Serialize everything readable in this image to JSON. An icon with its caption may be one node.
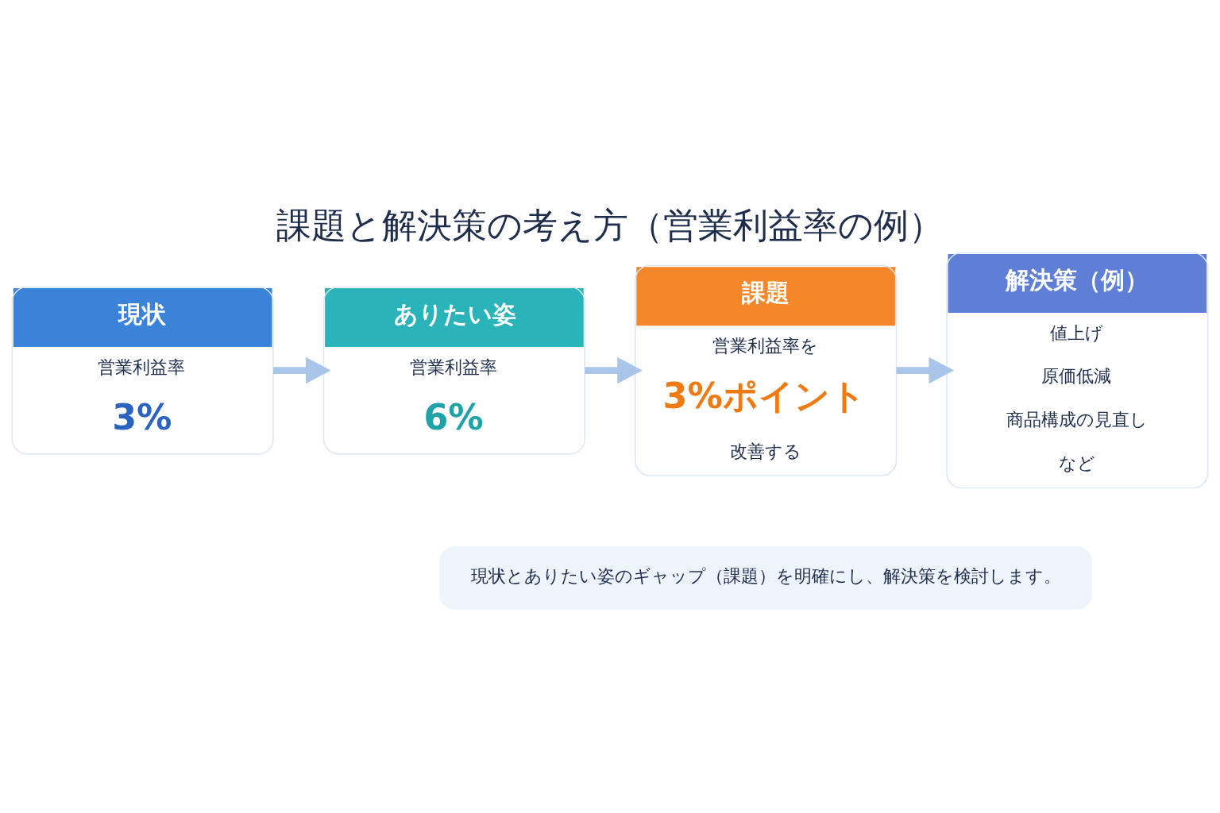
{
  "diagram": {
    "title": "課題と解決策の考え方（営業利益率の例）",
    "nodes": [
      {
        "text": [
          "現状",
          "営業利益率",
          "3%"
        ]
      },
      {
        "text": [
          "ありたい姿",
          "営業利益率",
          "6%"
        ]
      },
      {
        "text": [
          "課題",
          "営業利益率を",
          "3%ポイント",
          "改善する"
        ]
      },
      {
        "text": [
          "解決策（例）",
          "値上げ",
          "原価低減",
          "商品構成の見直し",
          "など"
        ]
      },
      {
        "text": [
          "現状とありたい姿のギャップ（課題）を明確にし、解決策を検討します。"
        ]
      }
    ],
    "edges": [
      {
        "from": 0,
        "to": 1,
        "arrow": "to"
      },
      {
        "from": 1,
        "to": 2,
        "arrow": "to"
      },
      {
        "from": 2,
        "to": 3,
        "arrow": "to"
      }
    ]
  }
}
